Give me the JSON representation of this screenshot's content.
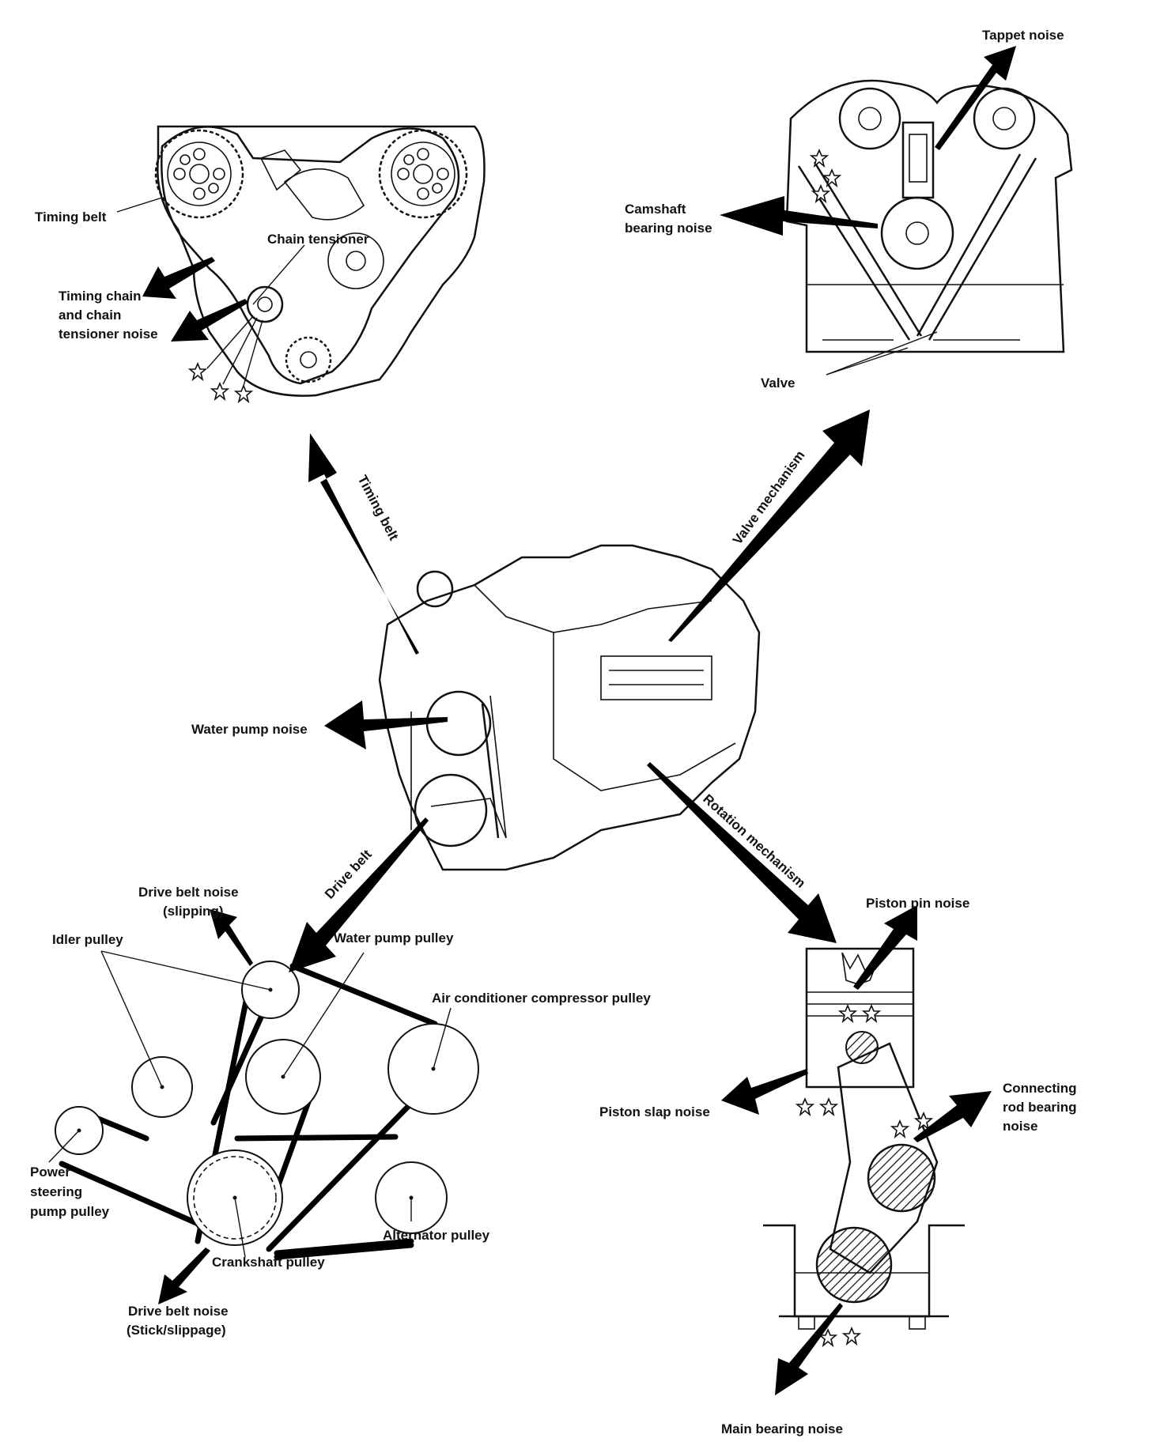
{
  "title": "",
  "center_arrows": {
    "timing_belt": "Timing belt",
    "valve_mechanism": "Valve mechanism",
    "drive_belt": "Drive belt",
    "rotation_mechanism": "Rotation mechanism"
  },
  "engine": {
    "water_pump_noise": "Water pump noise"
  },
  "timing": {
    "timing_belt": "Timing belt",
    "chain_tensioner": "Chain tensioner",
    "timing_chain_l1": "Timing chain",
    "timing_chain_l2": "and chain",
    "timing_chain_l3": "tensioner noise"
  },
  "valve": {
    "tappet_noise": "Tappet noise",
    "camshaft_l1": "Camshaft",
    "camshaft_l2": "bearing noise",
    "valve": "Valve"
  },
  "belt": {
    "drive_belt_slip_l1": "Drive belt noise",
    "drive_belt_slip_l2": "(slipping)",
    "idler_pulley": "Idler pulley",
    "water_pump_pulley": "Water pump pulley",
    "ac_pulley": "Air conditioner compressor pulley",
    "ps_l1": "Power",
    "ps_l2": "steering",
    "ps_l3": "pump pulley",
    "alternator_pulley": "Alternator pulley",
    "crankshaft_pulley": "Crankshaft pulley",
    "drive_belt_stick_l1": "Drive belt noise",
    "drive_belt_stick_l2": "(Stick/slippage)"
  },
  "rotation": {
    "piston_pin_noise": "Piston pin noise",
    "piston_slap_noise": "Piston slap noise",
    "conrod_l1": "Connecting",
    "conrod_l2": "rod bearing",
    "conrod_l3": "noise",
    "main_bearing_noise": "Main bearing noise"
  }
}
